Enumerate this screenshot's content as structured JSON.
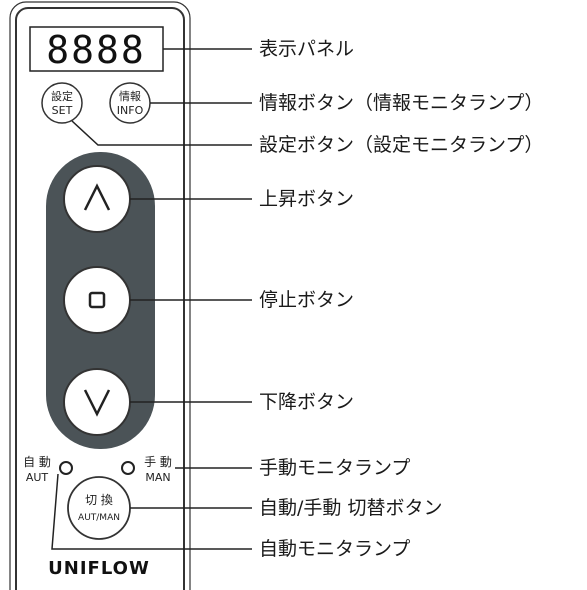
{
  "panel": {
    "display_digits": "8888",
    "settings_button": {
      "line1": "設定",
      "line2": "SET"
    },
    "info_button": {
      "line1": "情報",
      "line2": "INFO"
    },
    "up_symbol": "∧",
    "down_symbol": "∨",
    "auto_lamp": {
      "line1": "自 動",
      "line2": "AUT"
    },
    "manual_lamp": {
      "line1": "手 動",
      "line2": "MAN"
    },
    "switch_button": {
      "line1": "切 換",
      "line2": "AUT/MAN"
    },
    "brand": "UNIFLOW"
  },
  "callouts": {
    "display_panel": "表示パネル",
    "info_button": "情報ボタン（情報モニタランプ）",
    "settings_button": "設定ボタン（設定モニタランプ）",
    "up_button": "上昇ボタン",
    "stop_button": "停止ボタン",
    "down_button": "下降ボタン",
    "manual_monitor_lamp": "手動モニタランプ",
    "auto_manual_switch_button": "自動/手動 切替ボタン",
    "auto_monitor_lamp": "自動モニタランプ"
  },
  "colors": {
    "rocker": "#4b5357",
    "outline": "#333333",
    "lamp": "#222222"
  }
}
